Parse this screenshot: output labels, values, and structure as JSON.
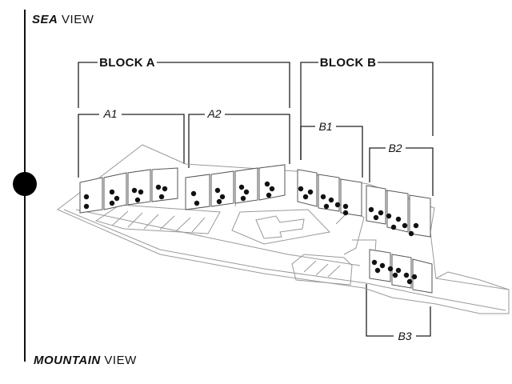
{
  "views": {
    "top": {
      "strong": "SEA",
      "rest": "VIEW"
    },
    "bottom": {
      "strong": "MOUNTAIN",
      "rest": "VIEW"
    }
  },
  "blocks": {
    "a": "BLOCK A",
    "b": "BLOCK B"
  },
  "sub_blocks": {
    "a1": "A1",
    "a2": "A2",
    "b1": "B1",
    "b2": "B2",
    "b3": "B3"
  },
  "colors": {
    "line": "#111111",
    "site": "#9a9a9a",
    "marker": "#000000"
  }
}
